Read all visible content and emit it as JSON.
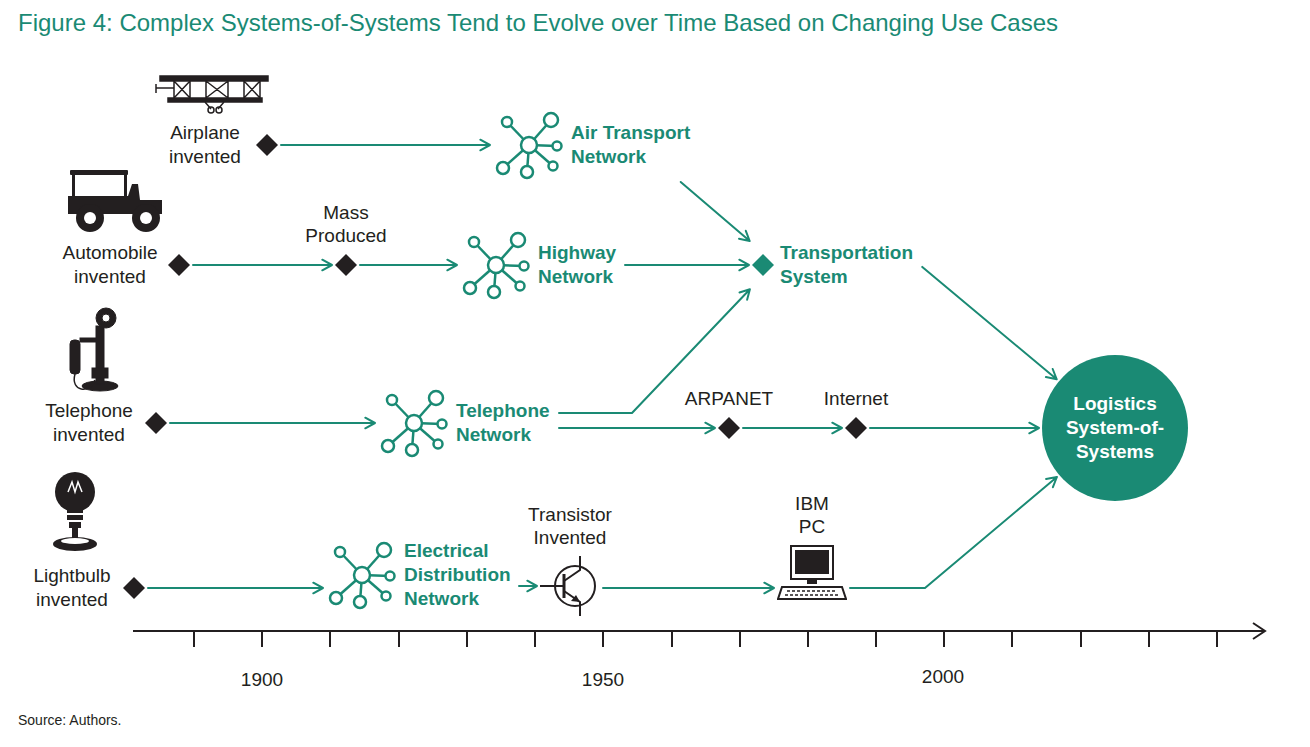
{
  "diagram": {
    "title": "Figure 4: Complex Systems-of-Systems Tend to Evolve over Time Based on Changing Use Cases",
    "caption": "Source: Authors.",
    "nodes": [
      {
        "text": [
          "Airplane invented"
        ]
      },
      {
        "text": [
          "Air Transport Network"
        ]
      },
      {
        "text": [
          "Automobile invented"
        ]
      },
      {
        "text": [
          "Mass Produced"
        ]
      },
      {
        "text": [
          "Highway Network"
        ]
      },
      {
        "text": [
          "Transportation System"
        ]
      },
      {
        "text": [
          "Telephone invented"
        ]
      },
      {
        "text": [
          "Telephone Network"
        ]
      },
      {
        "text": [
          "ARPANET"
        ]
      },
      {
        "text": [
          "Internet"
        ]
      },
      {
        "text": [
          "Logistics System-of-Systems"
        ]
      },
      {
        "text": [
          "Lightbulb invented"
        ]
      },
      {
        "text": [
          "Electrical Distribution Network"
        ]
      },
      {
        "text": [
          "Transistor Invented"
        ]
      },
      {
        "text": [
          "IBM PC"
        ]
      }
    ],
    "edges": [
      {
        "from": 0,
        "to": 1,
        "arrow": "to"
      },
      {
        "from": 1,
        "to": 5,
        "arrow": "to"
      },
      {
        "from": 2,
        "to": 3,
        "arrow": "to"
      },
      {
        "from": 3,
        "to": 4,
        "arrow": "to"
      },
      {
        "from": 4,
        "to": 5,
        "arrow": "to"
      },
      {
        "from": 6,
        "to": 7,
        "arrow": "to"
      },
      {
        "from": 7,
        "to": 5,
        "arrow": "to"
      },
      {
        "from": 7,
        "to": 8,
        "arrow": "to"
      },
      {
        "from": 8,
        "to": 9,
        "arrow": "to"
      },
      {
        "from": 9,
        "to": 10,
        "arrow": "to"
      },
      {
        "from": 5,
        "to": 10,
        "arrow": "to"
      },
      {
        "from": 11,
        "to": 12,
        "arrow": "to"
      },
      {
        "from": 12,
        "to": 13,
        "arrow": "to"
      },
      {
        "from": 13,
        "to": 14,
        "arrow": "to"
      },
      {
        "from": 14,
        "to": 10,
        "arrow": "to"
      }
    ],
    "labels": [
      "1900",
      "1950",
      "2000"
    ]
  }
}
